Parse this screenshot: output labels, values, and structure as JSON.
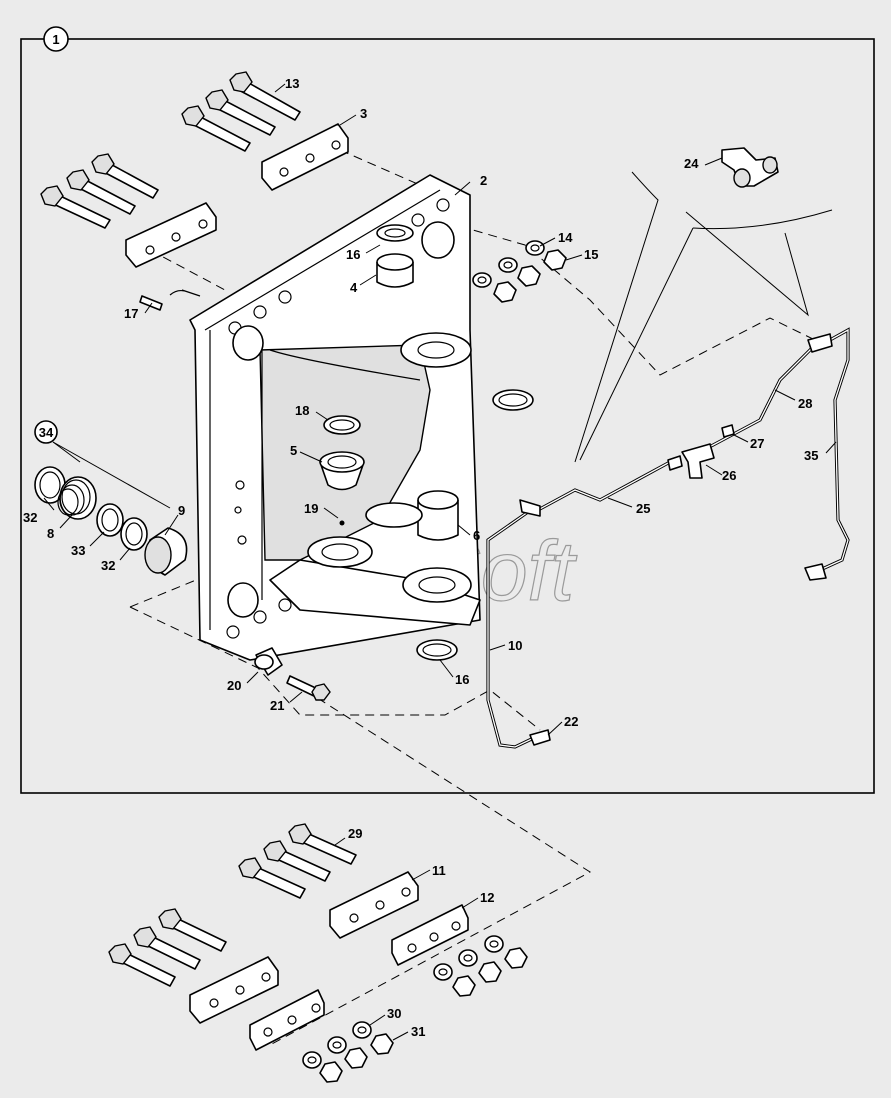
{
  "assembly_label": "1",
  "subassembly_label": "34",
  "watermark": "AutoSoft",
  "callouts": [
    "2",
    "3",
    "4",
    "5",
    "6",
    "8",
    "9",
    "10",
    "11",
    "12",
    "13",
    "14",
    "15",
    "16",
    "16",
    "17",
    "18",
    "19",
    "20",
    "21",
    "22",
    "24",
    "25",
    "26",
    "27",
    "28",
    "29",
    "30",
    "31",
    "32",
    "32",
    "33",
    "35"
  ]
}
